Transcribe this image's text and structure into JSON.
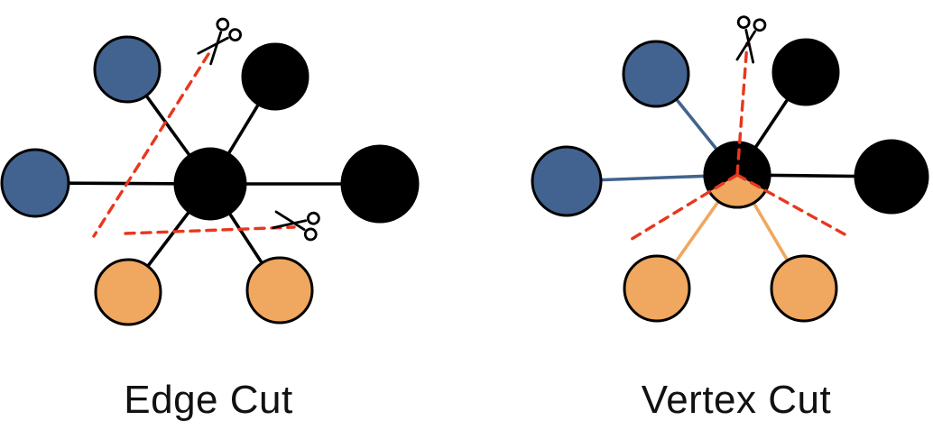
{
  "figure": {
    "panels": [
      {
        "id": "edge-cut",
        "label": "Edge Cut",
        "center_node": "black",
        "peripheral_nodes": [
          "blue",
          "black",
          "blue",
          "black",
          "orange",
          "orange"
        ],
        "cut_lines": 2,
        "cut_description": "red dashed lines slicing through graph edges"
      },
      {
        "id": "vertex-cut",
        "label": "Vertex Cut",
        "center_node": "black with orange wedge (split vertex)",
        "peripheral_nodes": [
          "blue",
          "black",
          "blue",
          "black",
          "orange",
          "orange"
        ],
        "cut_lines": 3,
        "cut_description": "red dashed lines radiating out of the center vertex"
      }
    ]
  },
  "icons": {
    "scissors": "✂"
  },
  "colors": {
    "node_blue": "#42638f",
    "node_orange": "#f0a75f",
    "node_black": "#000000",
    "edge_black": "#000000",
    "outline_black": "#000000",
    "cut_red": "#e8371e",
    "label_text": "#111111",
    "background": "#ffffff"
  }
}
